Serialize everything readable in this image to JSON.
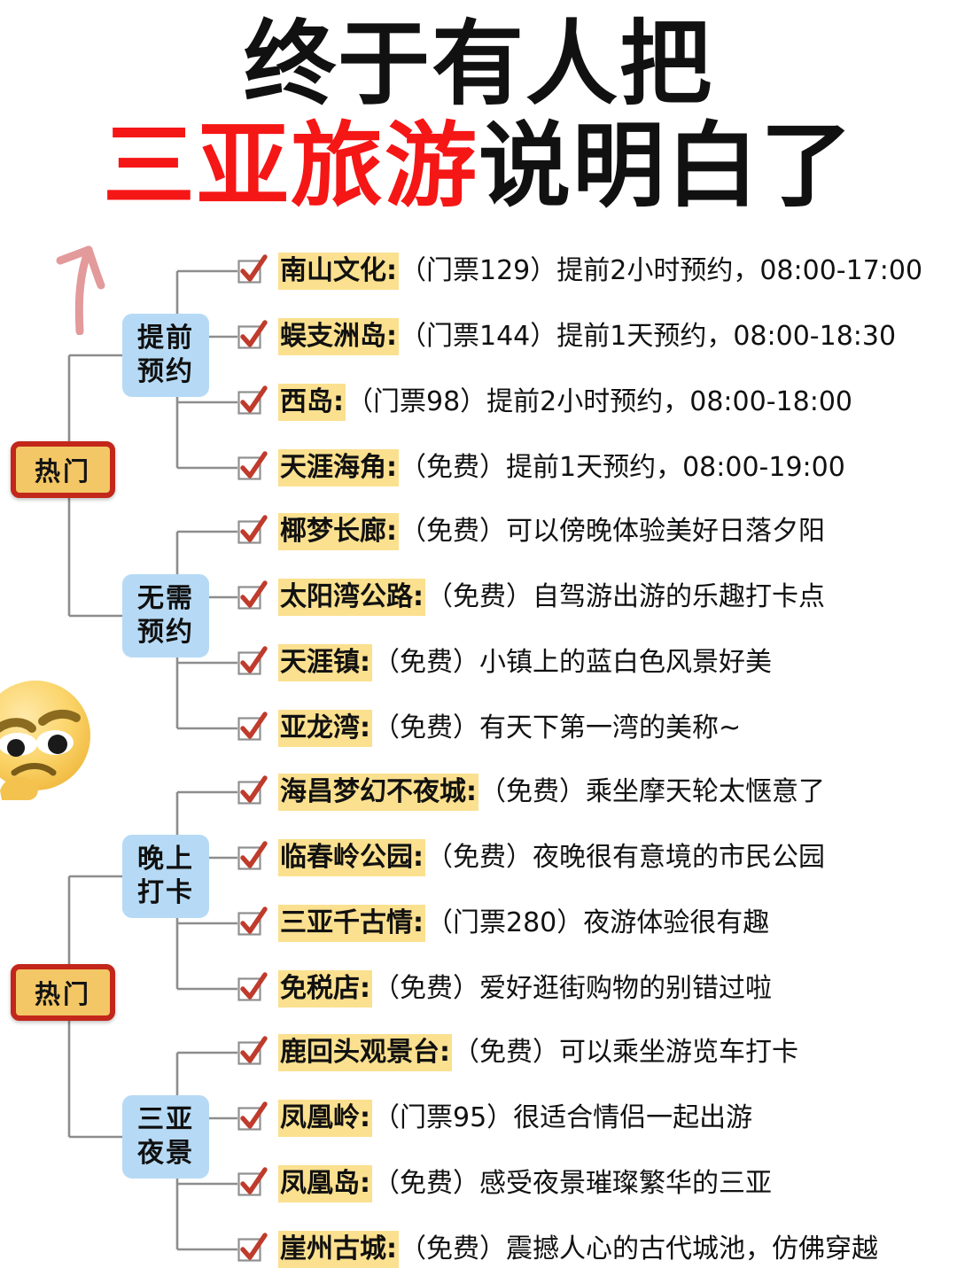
{
  "title": {
    "line1": "终于有人把",
    "line2_red": "三亚旅游",
    "line2_black": "说明白了",
    "red_color": "#f51616",
    "black_color": "#111111"
  },
  "decorations": {
    "arrow": "curved-up-arrow",
    "arrow_color": "#e08e8e",
    "emoji": "thinking-face-emoji"
  },
  "colors": {
    "root_fill": "#f3c765",
    "root_border": "#c3261a",
    "branch_fill": "#b6daf5",
    "highlight": "#fbe08f",
    "connector": "#8d8d8d",
    "check": "#c0392b"
  },
  "mindmap": {
    "roots": [
      {
        "label": "热门"
      },
      {
        "label": "热门"
      }
    ],
    "branches": [
      {
        "label_line1": "提前",
        "label_line2": "预约",
        "items": [
          {
            "name": "南山文化:",
            "desc": "（门票129）提前2小时预约，08:00-17:00"
          },
          {
            "name": "蜈支洲岛:",
            "desc": "（门票144）提前1天预约，08:00-18:30"
          },
          {
            "name": "西岛:",
            "desc": "（门票98）提前2小时预约，08:00-18:00"
          },
          {
            "name": "天涯海角:",
            "desc": "（免费）提前1天预约，08:00-19:00"
          }
        ]
      },
      {
        "label_line1": "无需",
        "label_line2": "预约",
        "items": [
          {
            "name": "椰梦长廊:",
            "desc": "（免费）可以傍晚体验美好日落夕阳"
          },
          {
            "name": "太阳湾公路:",
            "desc": "（免费）自驾游出游的乐趣打卡点"
          },
          {
            "name": "天涯镇:",
            "desc": "（免费）小镇上的蓝白色风景好美"
          },
          {
            "name": "亚龙湾:",
            "desc": "（免费）有天下第一湾的美称~"
          }
        ]
      },
      {
        "label_line1": "晚上",
        "label_line2": "打卡",
        "items": [
          {
            "name": "海昌梦幻不夜城:",
            "desc": "（免费）乘坐摩天轮太惬意了"
          },
          {
            "name": "临春岭公园:",
            "desc": "（免费）夜晚很有意境的市民公园"
          },
          {
            "name": "三亚千古情:",
            "desc": "（门票280）夜游体验很有趣"
          },
          {
            "name": "免税店:",
            "desc": "（免费）爱好逛街购物的别错过啦"
          }
        ]
      },
      {
        "label_line1": "三亚",
        "label_line2": "夜景",
        "items": [
          {
            "name": "鹿回头观景台:",
            "desc": "（免费）可以乘坐游览车打卡"
          },
          {
            "name": "凤凰岭:",
            "desc": "（门票95）很适合情侣一起出游"
          },
          {
            "name": "凤凰岛:",
            "desc": "（免费）感受夜景璀璨繁华的三亚"
          },
          {
            "name": "崖州古城:",
            "desc": "（免费）震撼人心的古代城池，仿佛穿越"
          }
        ]
      }
    ]
  }
}
